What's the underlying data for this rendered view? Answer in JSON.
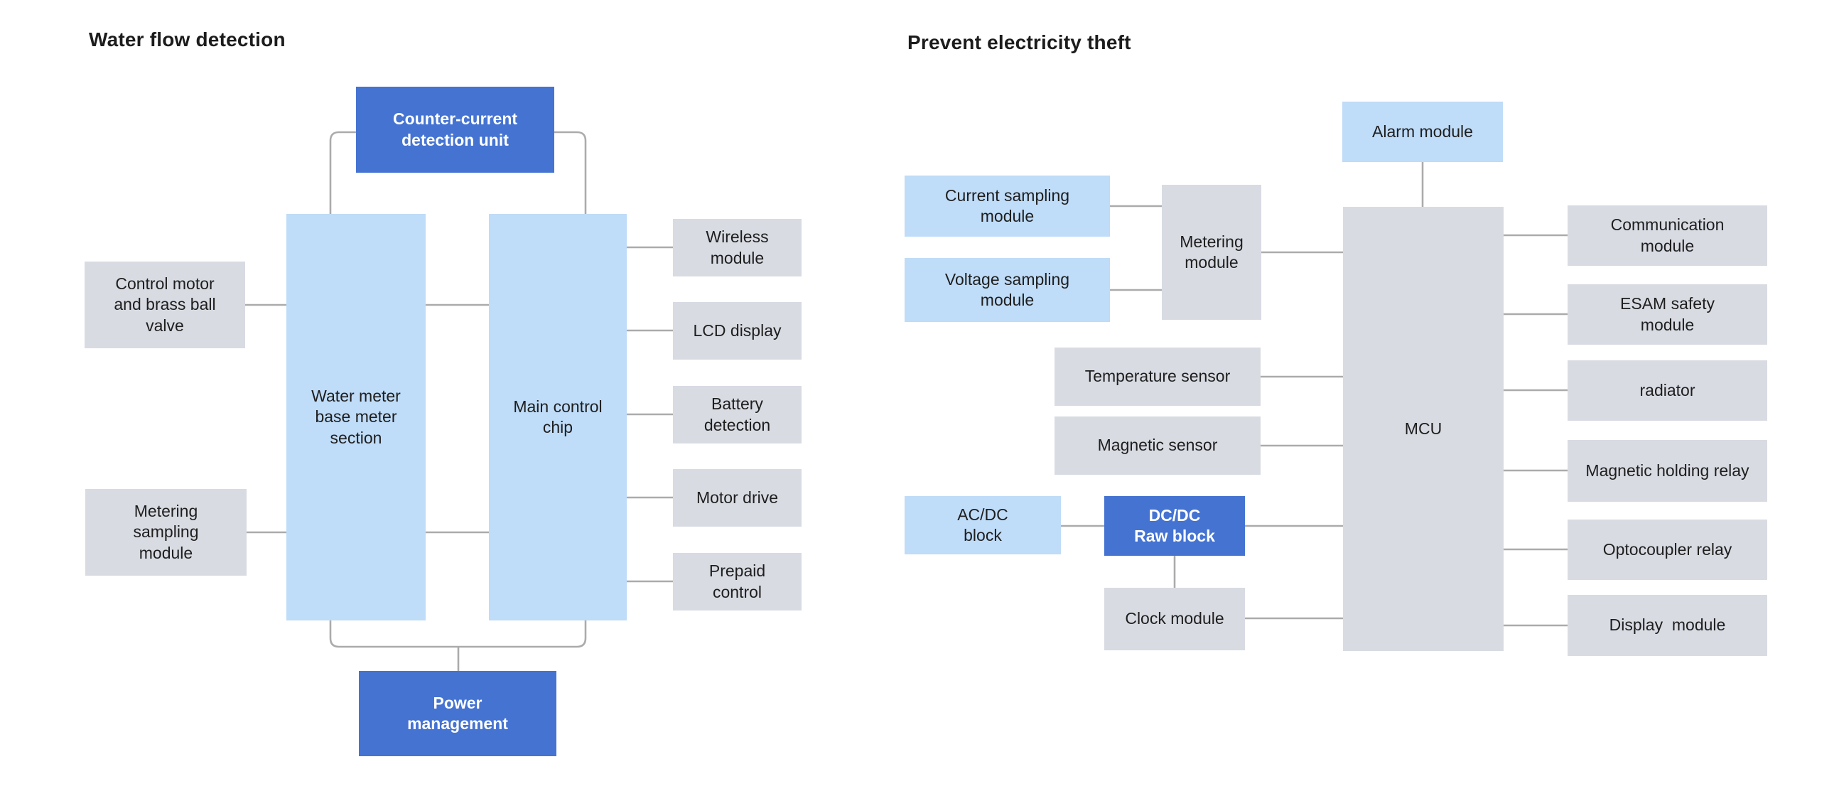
{
  "colors": {
    "background": "#ffffff",
    "primary_blue": "#4473d2",
    "light_blue": "#bfdcf8",
    "box_gray": "#d8dbe2",
    "connector_gray": "#ababab",
    "title_text": "#1c1c1c",
    "box_text": "#1e1e1e",
    "text_on_blue": "#ffffff"
  },
  "diagrams": [
    {
      "title": "Water flow detection",
      "nodes": {
        "counter_current": [
          "Counter-current",
          "detection unit"
        ],
        "water_base": [
          "Water meter",
          "base meter",
          "section"
        ],
        "main_chip": [
          "Main control",
          "chip"
        ],
        "control_motor": [
          "Control motor",
          "and brass ball",
          "valve"
        ],
        "metering_sampling": [
          "Metering",
          "sampling",
          "module"
        ],
        "wireless": [
          "Wireless",
          "module"
        ],
        "lcd": "LCD display",
        "battery": [
          "Battery",
          "detection"
        ],
        "motor_drive": "Motor drive",
        "prepaid": [
          "Prepaid",
          "control"
        ],
        "power": [
          "Power",
          "management"
        ]
      }
    },
    {
      "title": "Prevent electricity theft",
      "nodes": {
        "alarm": "Alarm module",
        "current_sampling": [
          "Current sampling",
          "module"
        ],
        "voltage_sampling": [
          "Voltage sampling",
          "module"
        ],
        "metering_module": [
          "Metering",
          "module"
        ],
        "temperature": "Temperature sensor",
        "magnetic": "Magnetic sensor",
        "acdc": [
          "AC/DC",
          "block"
        ],
        "dcdc": [
          "DC/DC",
          "Raw block"
        ],
        "clock": "Clock module",
        "mcu": "MCU",
        "communication": [
          "Communication",
          "module"
        ],
        "esam": [
          "ESAM safety",
          "module"
        ],
        "radiator": "radiator",
        "magnetic_relay": "Magnetic holding relay",
        "optocoupler": "Optocoupler relay",
        "display": "Display  module"
      }
    }
  ]
}
